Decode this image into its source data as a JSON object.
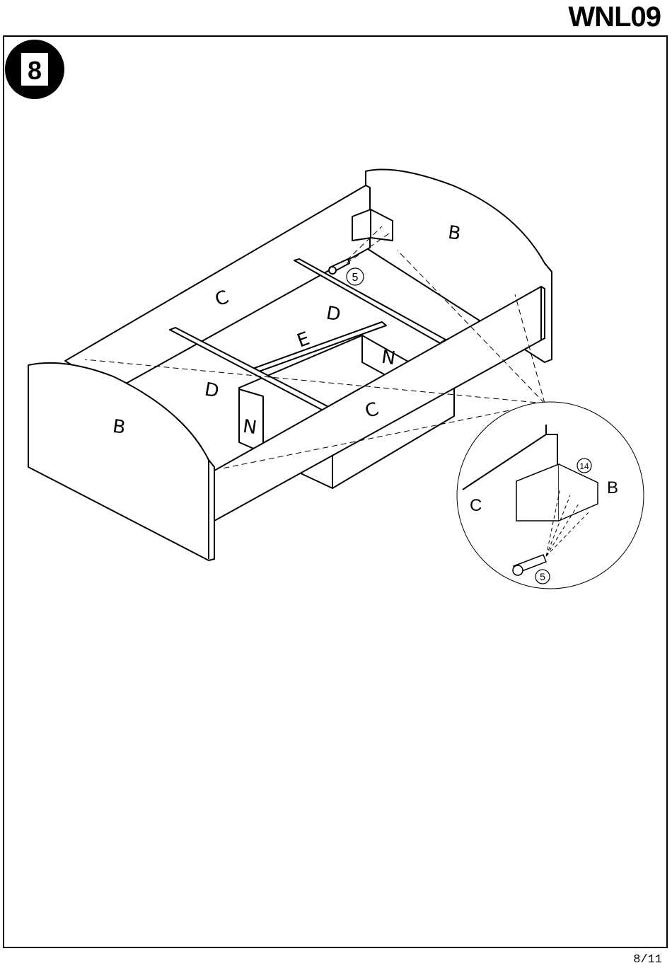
{
  "header": {
    "model": "WNL09"
  },
  "step": {
    "number": "8"
  },
  "footer": {
    "page": "8/11"
  },
  "diagram": {
    "panel_labels": {
      "headboard_right": "B",
      "headboard_left": "B",
      "side_back": "C",
      "side_front": "C",
      "rail_back": "D",
      "rail_front": "D",
      "center": "E",
      "drawer_back": "N",
      "drawer_front": "N"
    },
    "part_callouts": {
      "screw_main": "5",
      "screw_detail": "5",
      "bracket_detail": "14"
    },
    "detail_labels": {
      "left": "C",
      "right": "B"
    }
  }
}
